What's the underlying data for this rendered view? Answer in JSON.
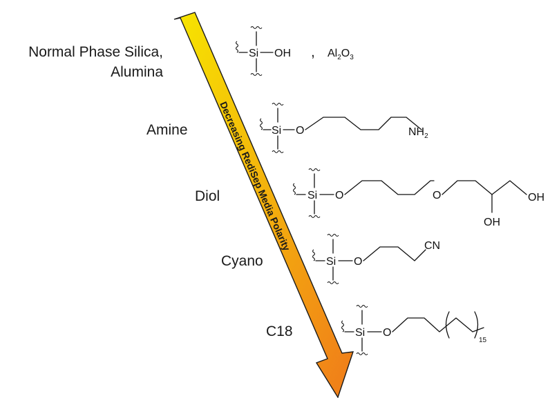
{
  "arrow": {
    "label": "Decreasing RediSep Media Polarity",
    "color_top": "#f7e600",
    "color_bottom": "#f07b1a"
  },
  "media": [
    {
      "name_line1": "Normal Phase Silica,",
      "name_line2": "Alumina",
      "group": "OH",
      "extra": ","
    },
    {
      "name": "Amine",
      "group": "NH2"
    },
    {
      "name": "Diol",
      "group": "OH"
    },
    {
      "name": "Cyano",
      "group": "CN"
    },
    {
      "name": "C18",
      "subscript": "15"
    }
  ],
  "atoms": {
    "si": "Si",
    "o": "O",
    "oh": "OH",
    "nh": "NH",
    "nh_sub": "2",
    "cn": "CN",
    "al": "Al",
    "al_sub": "2",
    "al_o": "O",
    "al_o_sub": "3"
  }
}
